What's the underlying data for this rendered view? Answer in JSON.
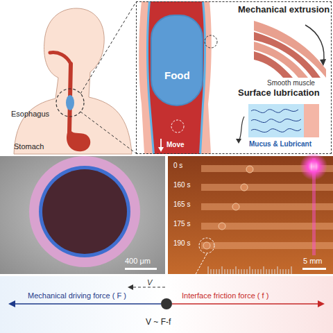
{
  "diagram": {
    "nodes": [
      {
        "text": [
          "Mechanical extrusion",
          "Smooth muscle",
          "Surface lubrication",
          "Mucus & Lubricant"
        ]
      },
      {
        "text": [
          "Food"
        ],
        "in": 0
      }
    ],
    "labels": [
      "Esophagus",
      "Stomach",
      "Move",
      "400 μm",
      "0 s",
      "160 s",
      "165 s",
      "175 s",
      "190 s",
      "5 mm",
      "V",
      "Mechanical driving force ( F )",
      "Interface friction force ( f )",
      "V ~ F-f"
    ]
  }
}
